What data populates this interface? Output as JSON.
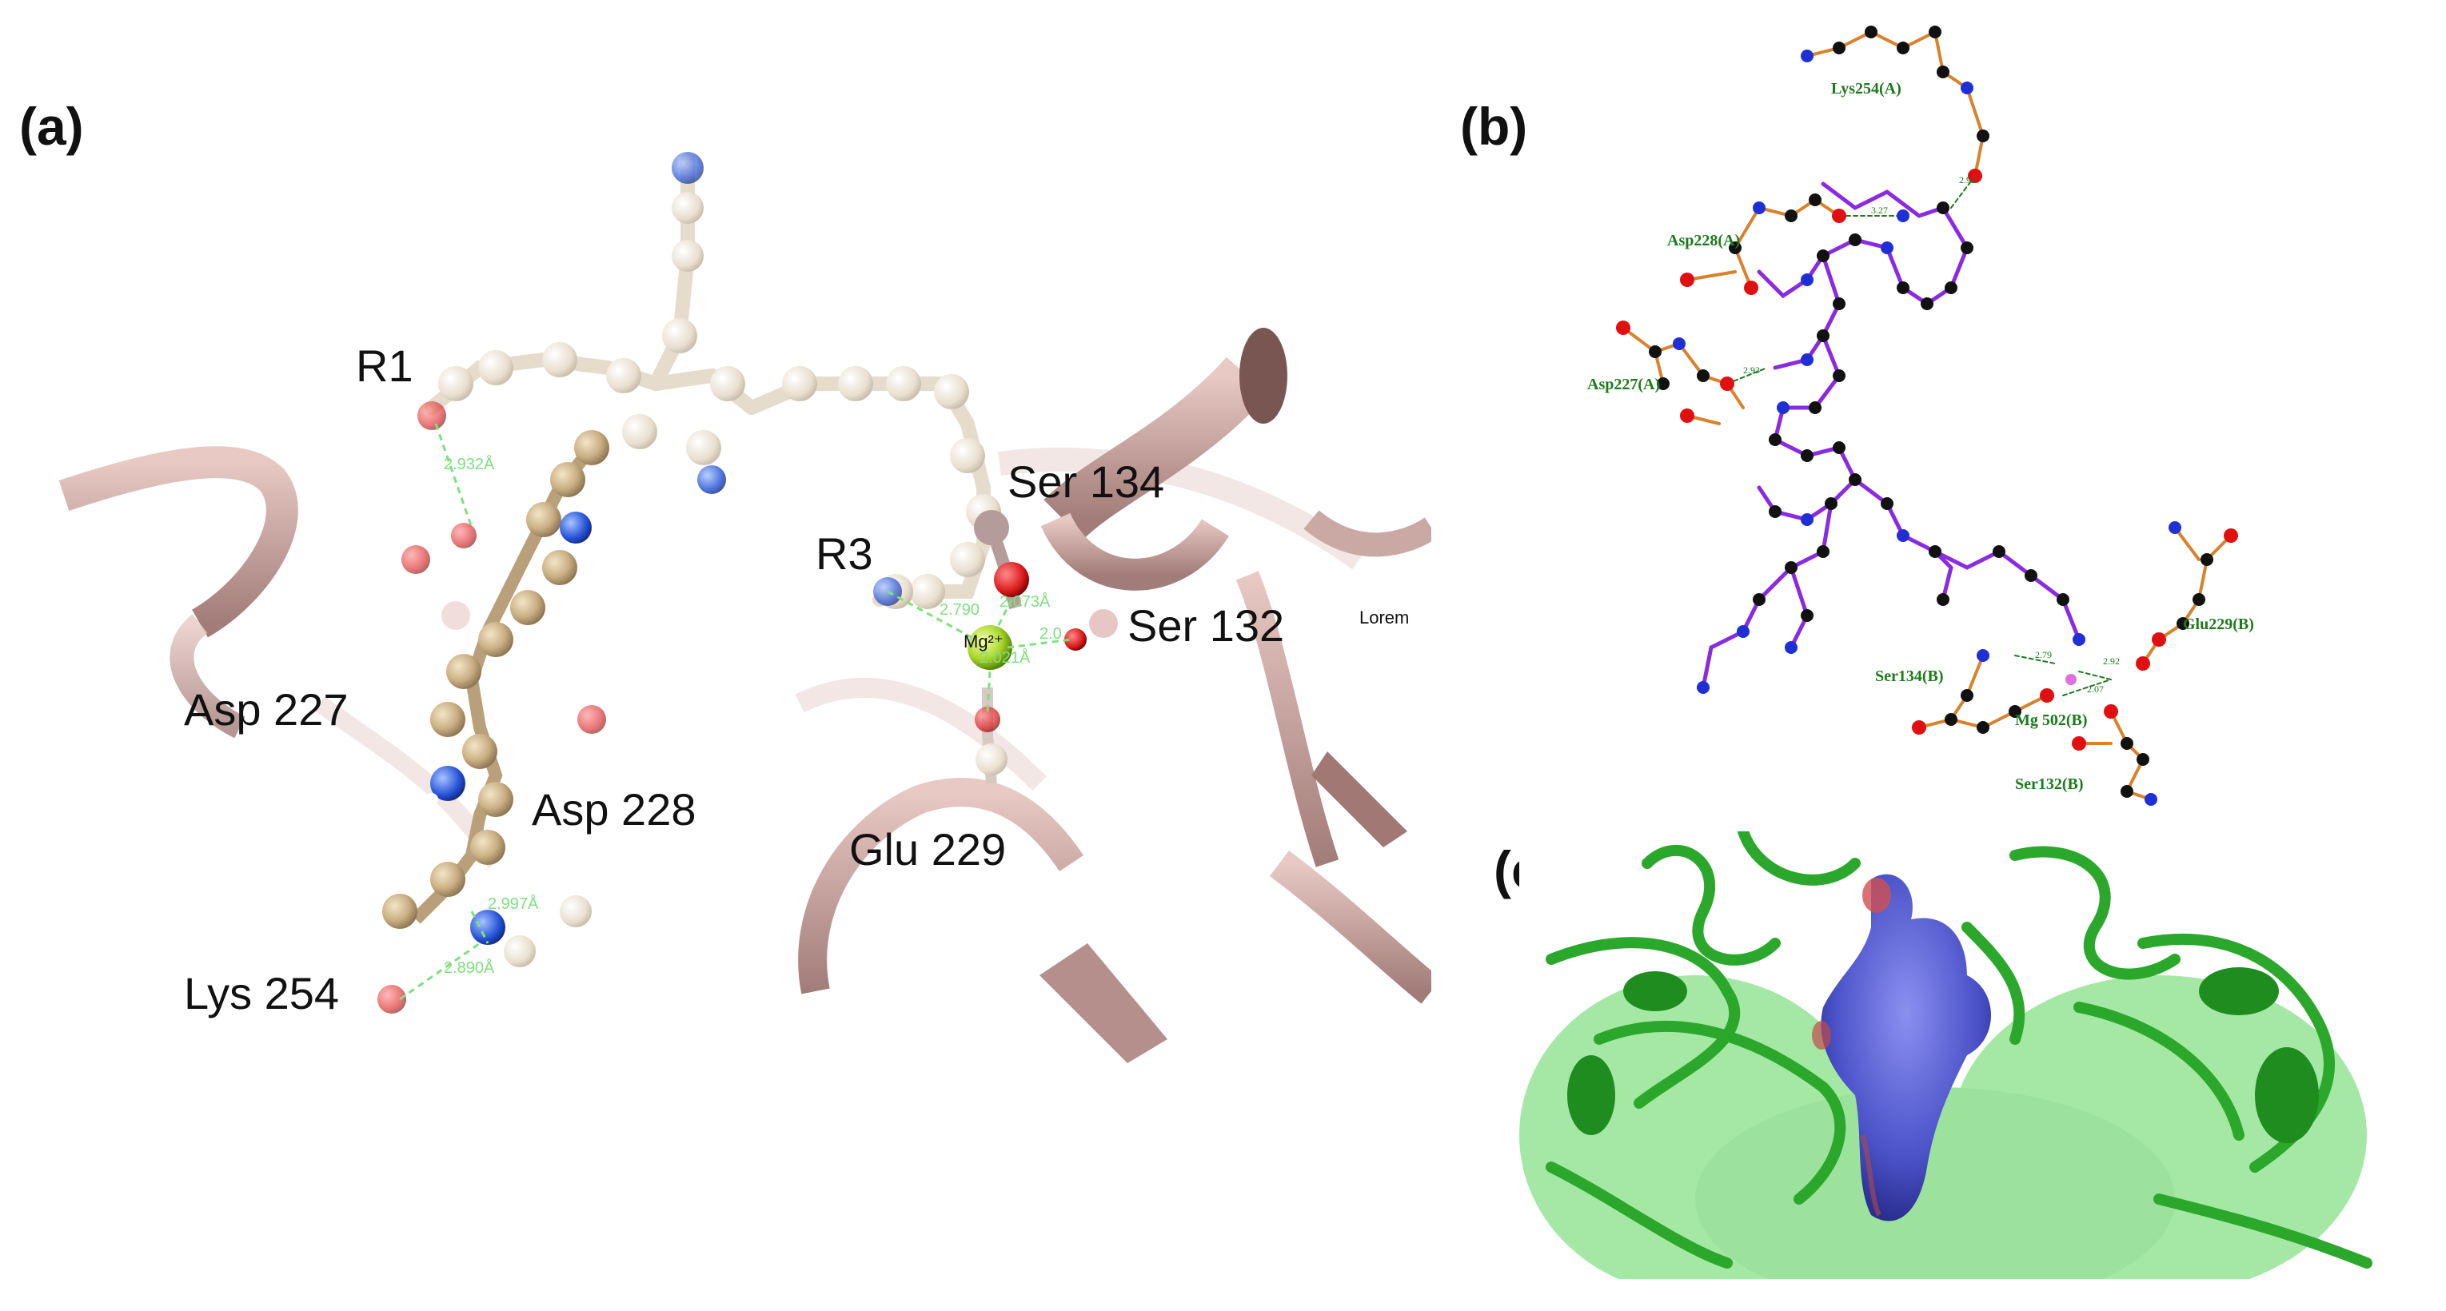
{
  "panels": {
    "a": {
      "label": "(a)",
      "residues": {
        "r1": "R1",
        "r3": "R3",
        "ser134": "Ser 134",
        "ser132": "Ser 132",
        "asp227": "Asp 227",
        "asp228": "Asp 228",
        "glu229": "Glu 229",
        "lys254": "Lys 254"
      },
      "watermark": "Lorem",
      "mg_label": "Mg²⁺",
      "distances": {
        "d1": "2.932Å",
        "d2": "2.790",
        "d3": "2.073Å",
        "d4": "2.0",
        "d5": "2.021Å",
        "d6": "2.997Å",
        "d7": "2.890Å"
      }
    },
    "b": {
      "label": "(b)",
      "residues": {
        "lys254": "Lys254(A)",
        "asp228": "Asp228(A)",
        "asp227": "Asp227(A)",
        "glu229": "Glu229(B)",
        "ser134": "Ser134(B)",
        "mg502": "Mg 502(B)",
        "ser132": "Ser132(B)"
      },
      "distances": {
        "d1": "2.92",
        "d2": "3.27",
        "d3": "2.93",
        "d4": "2.79",
        "d5": "2.92",
        "d6": "2.07"
      },
      "colors": {
        "ligand": "#8a2be2",
        "residue": "#d9822b",
        "hbond": "#1c7a1c"
      }
    },
    "c": {
      "label": "(c)",
      "colors": {
        "protein": "#3cc43c",
        "surface": "#5b63d8",
        "surface_edge": "#c0504d"
      }
    }
  }
}
